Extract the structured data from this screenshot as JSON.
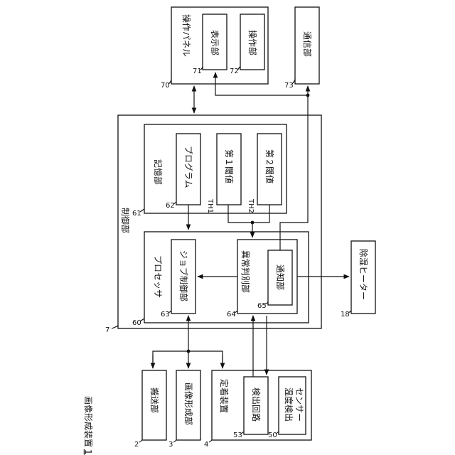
{
  "device_title": "画像形成装置",
  "device_number": "1",
  "operation_panel": {
    "label": "操作パネル",
    "number": "70"
  },
  "display_unit": {
    "label": "表示部",
    "number": "71"
  },
  "operation_unit": {
    "label": "操作部",
    "number": "72"
  },
  "communication_unit": {
    "label": "通信部",
    "number": "73"
  },
  "control_unit": {
    "label": "制御部",
    "number": "7"
  },
  "storage_unit": {
    "label": "記憶部",
    "number": "61"
  },
  "program": {
    "label": "プログラム",
    "number": "62"
  },
  "threshold1": {
    "label": "第１閾値",
    "number": "TH1"
  },
  "threshold2": {
    "label": "第２閾値",
    "number": "TH2"
  },
  "processor": {
    "label": "プロセッサ",
    "number": "60"
  },
  "job_control": {
    "label": "ジョブ制御部",
    "number": "63"
  },
  "anomaly_judge": {
    "label": "異常判別部",
    "number": "64"
  },
  "notification": {
    "label": "通知部",
    "number": "65"
  },
  "dehumidify_heater": {
    "label": "除湿ヒーター",
    "number": "18"
  },
  "transport_unit": {
    "label": "搬送部",
    "number": "2"
  },
  "image_forming_unit": {
    "label": "画像形成部",
    "number": "3"
  },
  "fixing_device": {
    "label": "定着装置",
    "number": "4"
  },
  "detection_circuit": {
    "label": "検出回路",
    "number": "53"
  },
  "temperature_sensor": {
    "label1": "温度検出",
    "label2": "センサー",
    "number": "50"
  }
}
